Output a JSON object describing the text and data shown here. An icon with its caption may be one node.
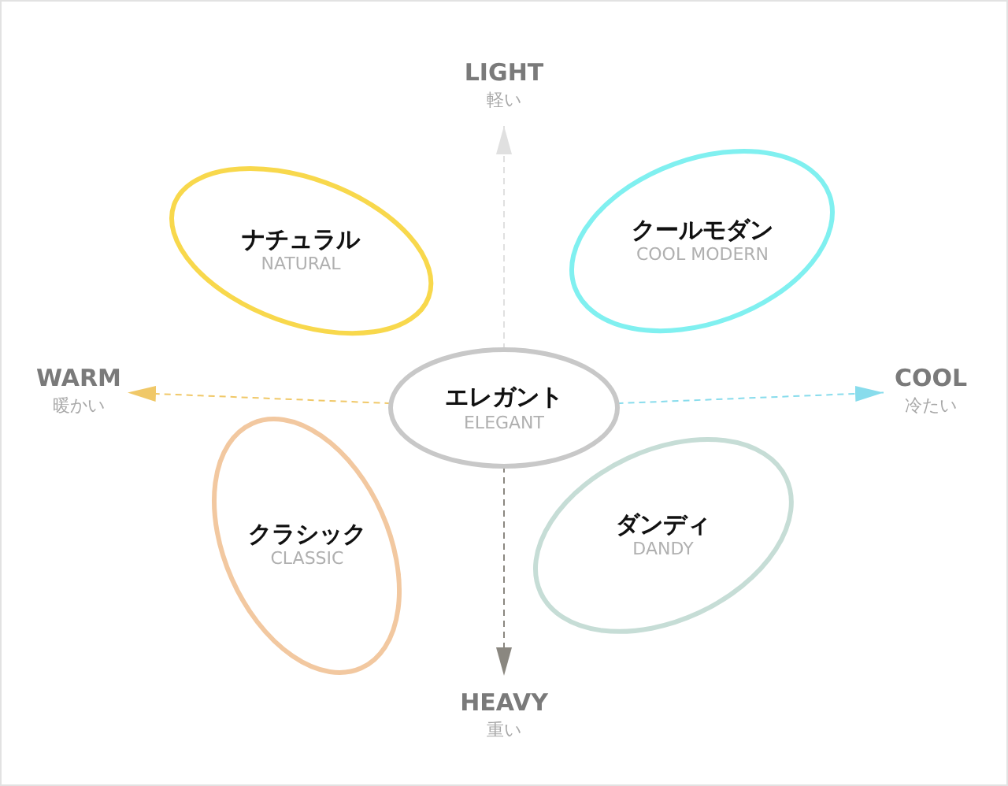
{
  "diagram": {
    "nodes": [
      {
        "text": [
          "LIGHT",
          "軽い"
        ]
      },
      {
        "text": [
          "ナチュラル",
          "NATURAL"
        ]
      },
      {
        "text": [
          "クールモダン",
          "COOL MODERN"
        ]
      },
      {
        "text": [
          "WARM",
          "暖かい"
        ]
      },
      {
        "text": [
          "エレガント",
          "ELEGANT"
        ]
      },
      {
        "text": [
          "COOL",
          "冷たい"
        ]
      },
      {
        "text": [
          "クラシック",
          "CLASSIC"
        ]
      },
      {
        "text": [
          "ダンディ",
          "DANDY"
        ]
      },
      {
        "text": [
          "HEAVY",
          "重い"
        ]
      }
    ],
    "edges": [
      {
        "from": 4,
        "to": 0,
        "arrow": "to",
        "style": "dashed",
        "color": "#e0e0e0"
      },
      {
        "from": 4,
        "to": 3,
        "arrow": "to",
        "style": "dashed",
        "color": "#f0c868"
      },
      {
        "from": 4,
        "to": 5,
        "arrow": "to",
        "style": "dashed",
        "color": "#88dcec"
      },
      {
        "from": 4,
        "to": 8,
        "arrow": "to",
        "style": "dashed",
        "color": "#8a8780"
      }
    ]
  }
}
